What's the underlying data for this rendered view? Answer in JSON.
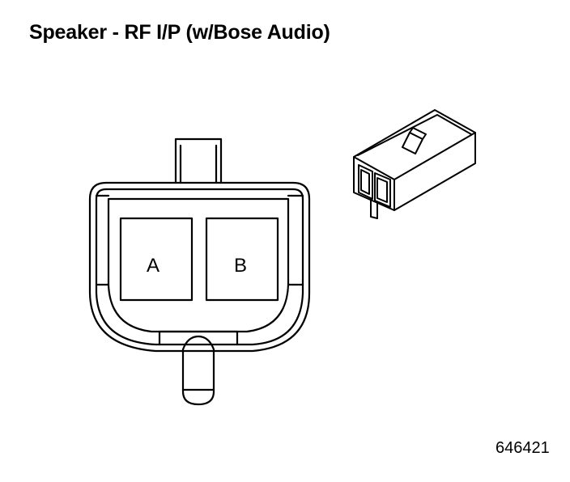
{
  "title": "Speaker - RF I/P (w/Bose Audio)",
  "figure_id": "646421",
  "connector": {
    "pins": [
      {
        "id": "A",
        "label": "A"
      },
      {
        "id": "B",
        "label": "B"
      }
    ]
  },
  "colors": {
    "line": "#000000",
    "background": "#ffffff"
  }
}
